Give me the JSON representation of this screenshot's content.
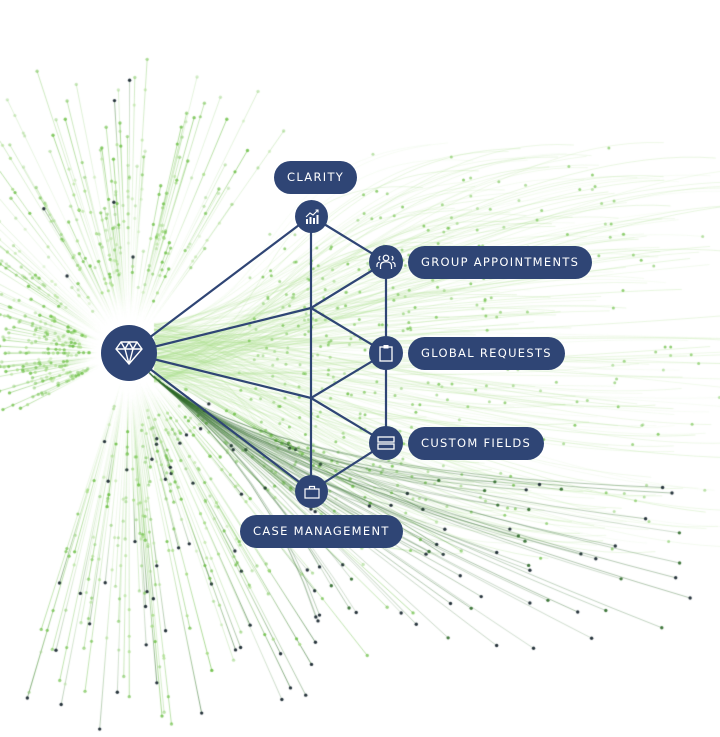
{
  "colors": {
    "navy": "#2f4575",
    "label_text": "#ffffff",
    "particle_light": "#a6dc86",
    "particle_mid": "#6cbf45",
    "particle_dark": "#2f6a2a",
    "particle_tip": "#1c2a33",
    "background": "#ffffff"
  },
  "hub": {
    "icon": "diamond-icon"
  },
  "features": [
    {
      "id": "clarity",
      "label": "CLARITY",
      "icon": "chart-growth-icon"
    },
    {
      "id": "group-appointments",
      "label": "GROUP APPOINTMENTS",
      "icon": "users-group-icon"
    },
    {
      "id": "global-requests",
      "label": "GLOBAL REQUESTS",
      "icon": "clipboard-icon"
    },
    {
      "id": "custom-fields",
      "label": "CUSTOM FIELDS",
      "icon": "stacked-fields-icon"
    },
    {
      "id": "case-management",
      "label": "CASE MANAGEMENT",
      "icon": "briefcase-icon"
    }
  ],
  "connections": [
    [
      "hub",
      "clarity"
    ],
    [
      "hub",
      "junction-upper"
    ],
    [
      "hub",
      "junction-lower"
    ],
    [
      "hub",
      "case-management"
    ],
    [
      "clarity",
      "group-appointments"
    ],
    [
      "clarity",
      "case-management"
    ],
    [
      "junction-upper",
      "group-appointments"
    ],
    [
      "junction-upper",
      "global-requests"
    ],
    [
      "junction-lower",
      "global-requests"
    ],
    [
      "junction-lower",
      "custom-fields"
    ],
    [
      "group-appointments",
      "custom-fields"
    ],
    [
      "case-management",
      "custom-fields"
    ]
  ]
}
